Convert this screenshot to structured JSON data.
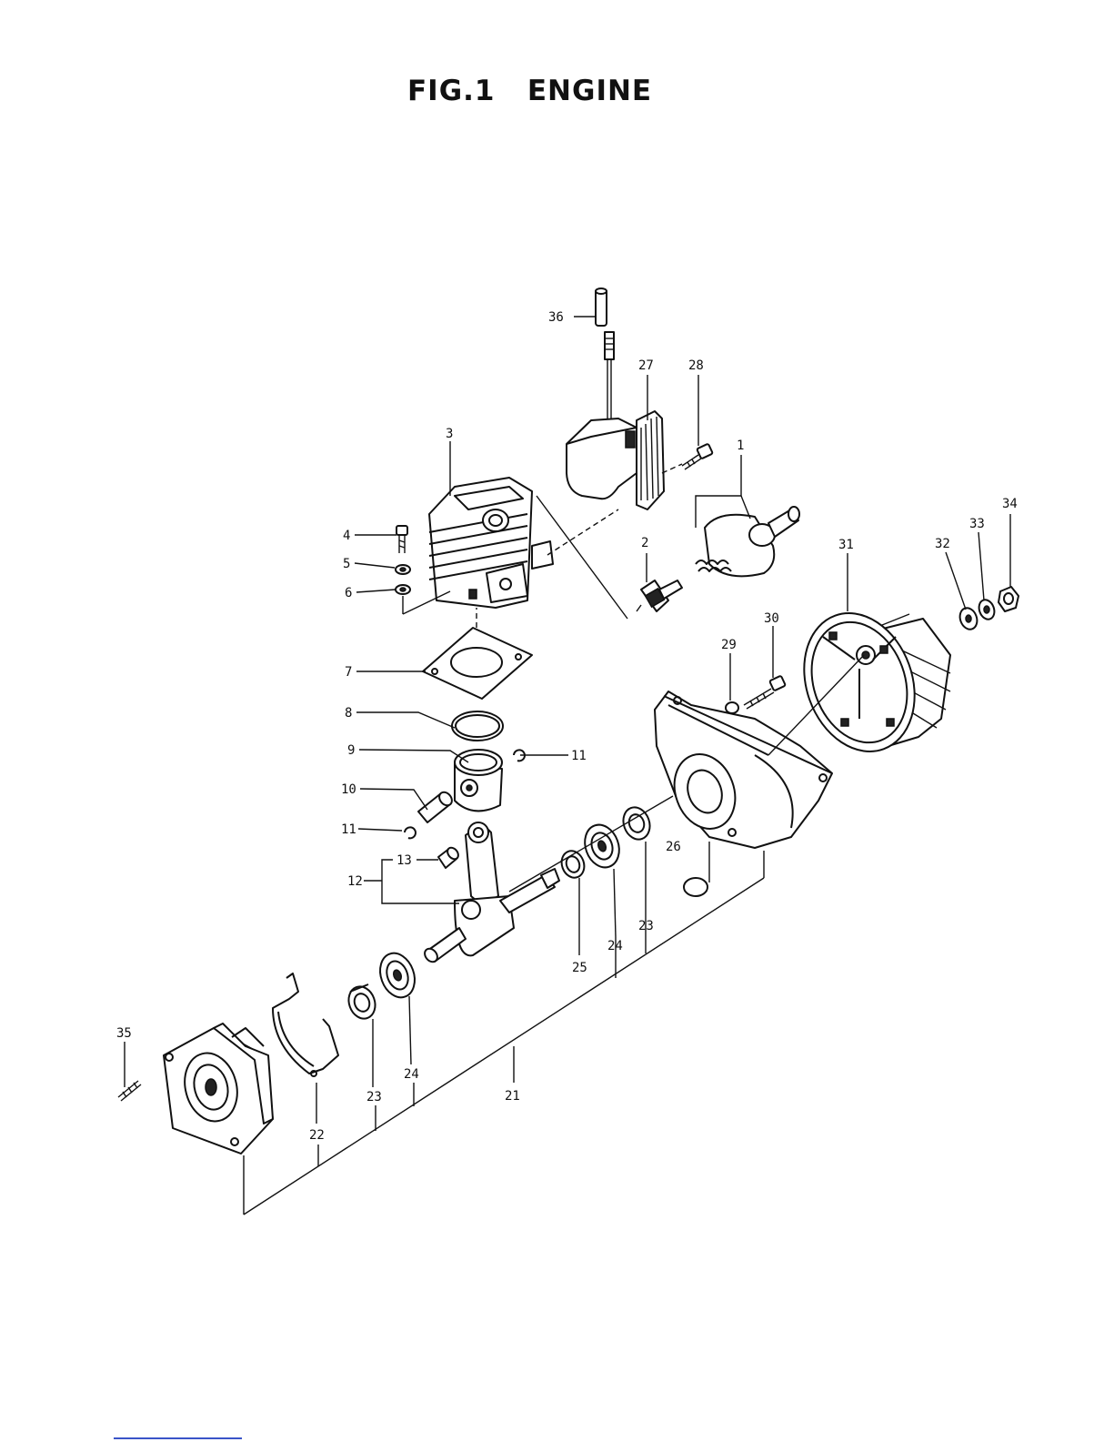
{
  "title": "FIG.1   ENGINE",
  "callouts": {
    "c1": "1",
    "c2": "2",
    "c3": "3",
    "c4": "4",
    "c5": "5",
    "c6": "6",
    "c7": "7",
    "c8": "8",
    "c9": "9",
    "c10": "10",
    "c11a": "11",
    "c11b": "11",
    "c12": "12",
    "c13": "13",
    "c21": "21",
    "c22": "22",
    "c23a": "23",
    "c23b": "23",
    "c24a": "24",
    "c24b": "24",
    "c25": "25",
    "c26": "26",
    "c27": "27",
    "c28": "28",
    "c29": "29",
    "c30": "30",
    "c31": "31",
    "c32": "32",
    "c33": "33",
    "c34": "34",
    "c35": "35",
    "c36": "36"
  }
}
